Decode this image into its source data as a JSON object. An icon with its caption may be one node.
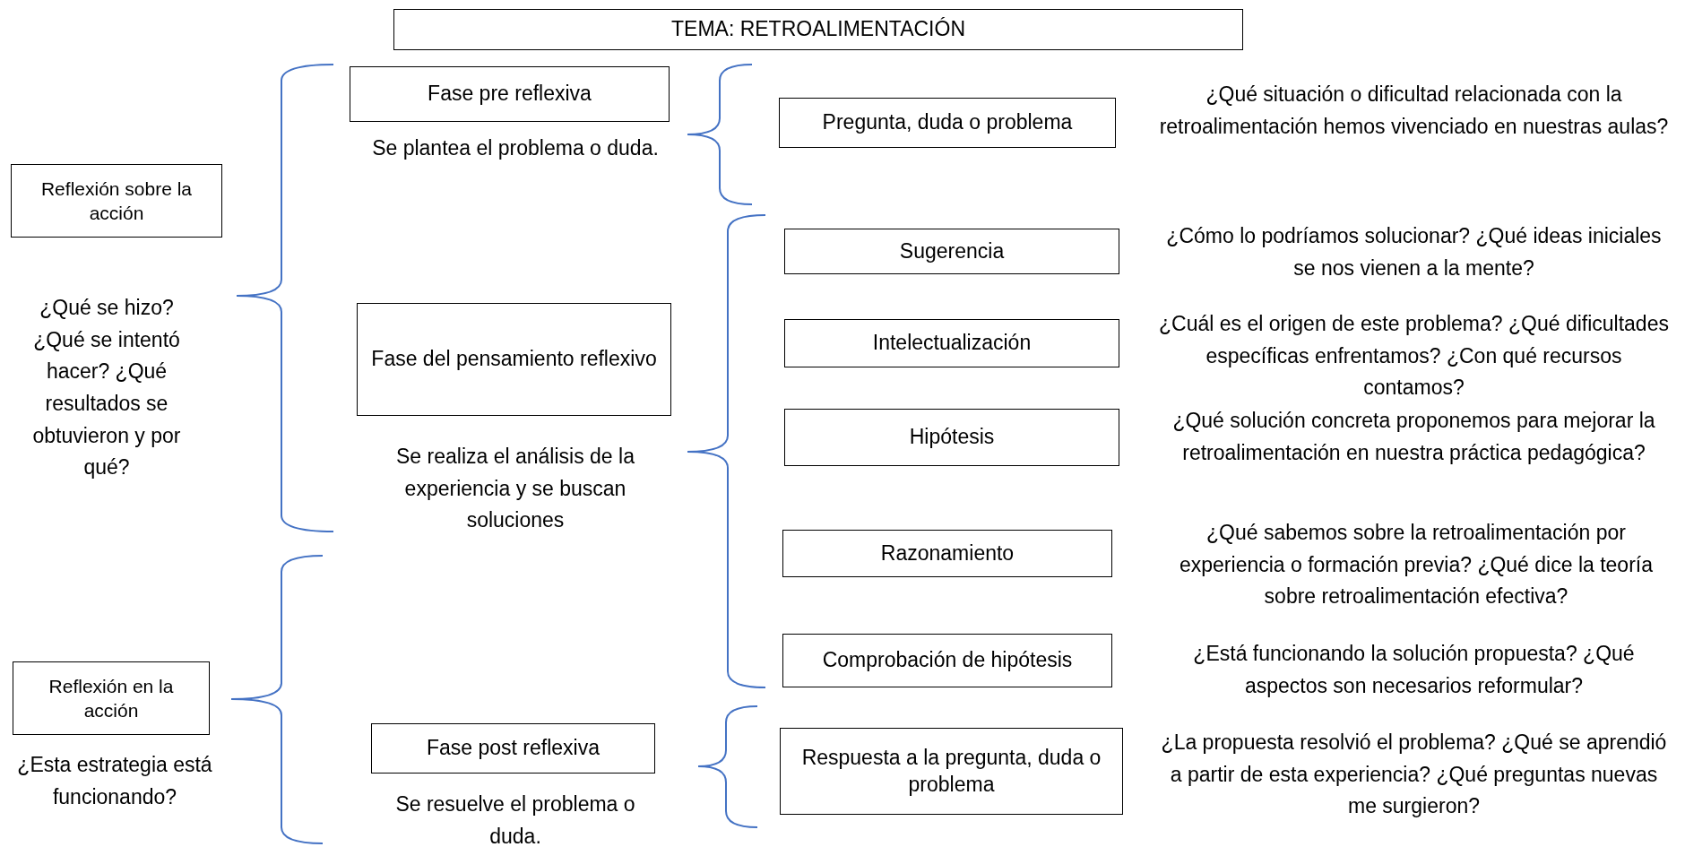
{
  "diagram": {
    "title": "TEMA: RETROALIMENTACIÓN",
    "nodes": [
      {
        "text": [
          "Reflexión sobre la acción"
        ]
      },
      {
        "text": [
          "Reflexión en la acción"
        ],
        "beside": [
          "¿Esta estrategia está funcionando?"
        ]
      },
      {
        "text": [
          "Fase pre reflexiva"
        ],
        "beside": [
          "Se plantea el problema o duda."
        ]
      },
      {
        "text": [
          "Fase del pensamiento reflexivo"
        ],
        "beside": [
          "Se realiza el análisis de la experiencia y se buscan soluciones"
        ]
      },
      {
        "text": [
          "Fase post reflexiva"
        ],
        "beside": [
          "Se resuelve el problema o duda."
        ]
      },
      {
        "text": [
          "Pregunta, duda o problema"
        ],
        "beside": [
          "¿Qué situación o dificultad relacionada con la retroalimentación hemos vivenciado en nuestras aulas?"
        ]
      },
      {
        "text": [
          "Sugerencia"
        ],
        "beside": [
          "¿Cómo lo podríamos solucionar? ¿Qué ideas iniciales se nos vienen a la mente?"
        ]
      },
      {
        "text": [
          "Intelectualización"
        ],
        "beside": [
          "¿Cuál es el origen de este problema? ¿Qué dificultades específicas enfrentamos? ¿Con qué recursos contamos?"
        ]
      },
      {
        "text": [
          "Hipótesis"
        ],
        "beside": [
          "¿Qué solución concreta proponemos para mejorar la retroalimentación en nuestra práctica pedagógica?"
        ]
      },
      {
        "text": [
          "Razonamiento"
        ],
        "beside": [
          "¿Qué sabemos sobre la retroalimentación por experiencia o formación previa? ¿Qué dice la teoría sobre retroalimentación efectiva?"
        ]
      },
      {
        "text": [
          "Comprobación de hipótesis"
        ],
        "beside": [
          "¿Está funcionando la solución propuesta? ¿Qué aspectos son necesarios reformular?"
        ]
      },
      {
        "text": [
          "Respuesta a la pregunta, duda o problema"
        ],
        "beside": [
          "¿La propuesta resolvió el problema? ¿Qué se aprendió a partir de esta experiencia? ¿Qué preguntas nuevas me surgieron?"
        ]
      }
    ],
    "labels": [
      "¿Qué se hizo? ¿Qué se intentó hacer? ¿Qué resultados se obtuvieron y por qué?"
    ]
  }
}
